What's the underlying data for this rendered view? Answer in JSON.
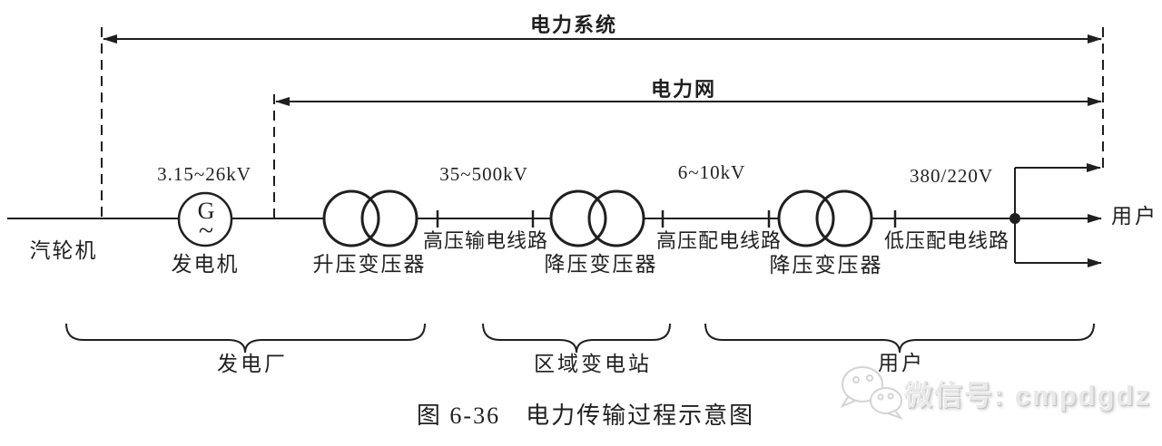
{
  "diagram": {
    "spans": {
      "power_system": "电力系统",
      "power_grid": "电力网"
    },
    "voltages": {
      "generator_output": "3.15~26kV",
      "transmission": "35~500kV",
      "hv_distribution": "6~10kV",
      "lv_distribution": "380/220V"
    },
    "components": {
      "steam_turbine": "汽轮机",
      "generator": "发电机",
      "generator_symbol": "G",
      "generator_wave": "~",
      "step_up_transformer": "升压变压器",
      "step_down_transformer_regional": "降压变压器",
      "step_down_transformer_user": "降压变压器",
      "user_terminal": "用户"
    },
    "line_segments": {
      "hv_transmission_line": "高压输电线路",
      "hv_distribution_line": "高压配电线路",
      "lv_distribution_line": "低压配电线路"
    },
    "sections": {
      "power_plant": "发电厂",
      "regional_substation": "区域变电站",
      "users": "用户"
    },
    "caption": "图 6-36　电力传输过程示意图",
    "watermark": {
      "icon": "wechat-icon",
      "text": "微信号: cmpdgdz"
    },
    "colors": {
      "line": "#1f1f1f",
      "background": "#ffffff",
      "watermark": "#d9d9d9"
    }
  }
}
